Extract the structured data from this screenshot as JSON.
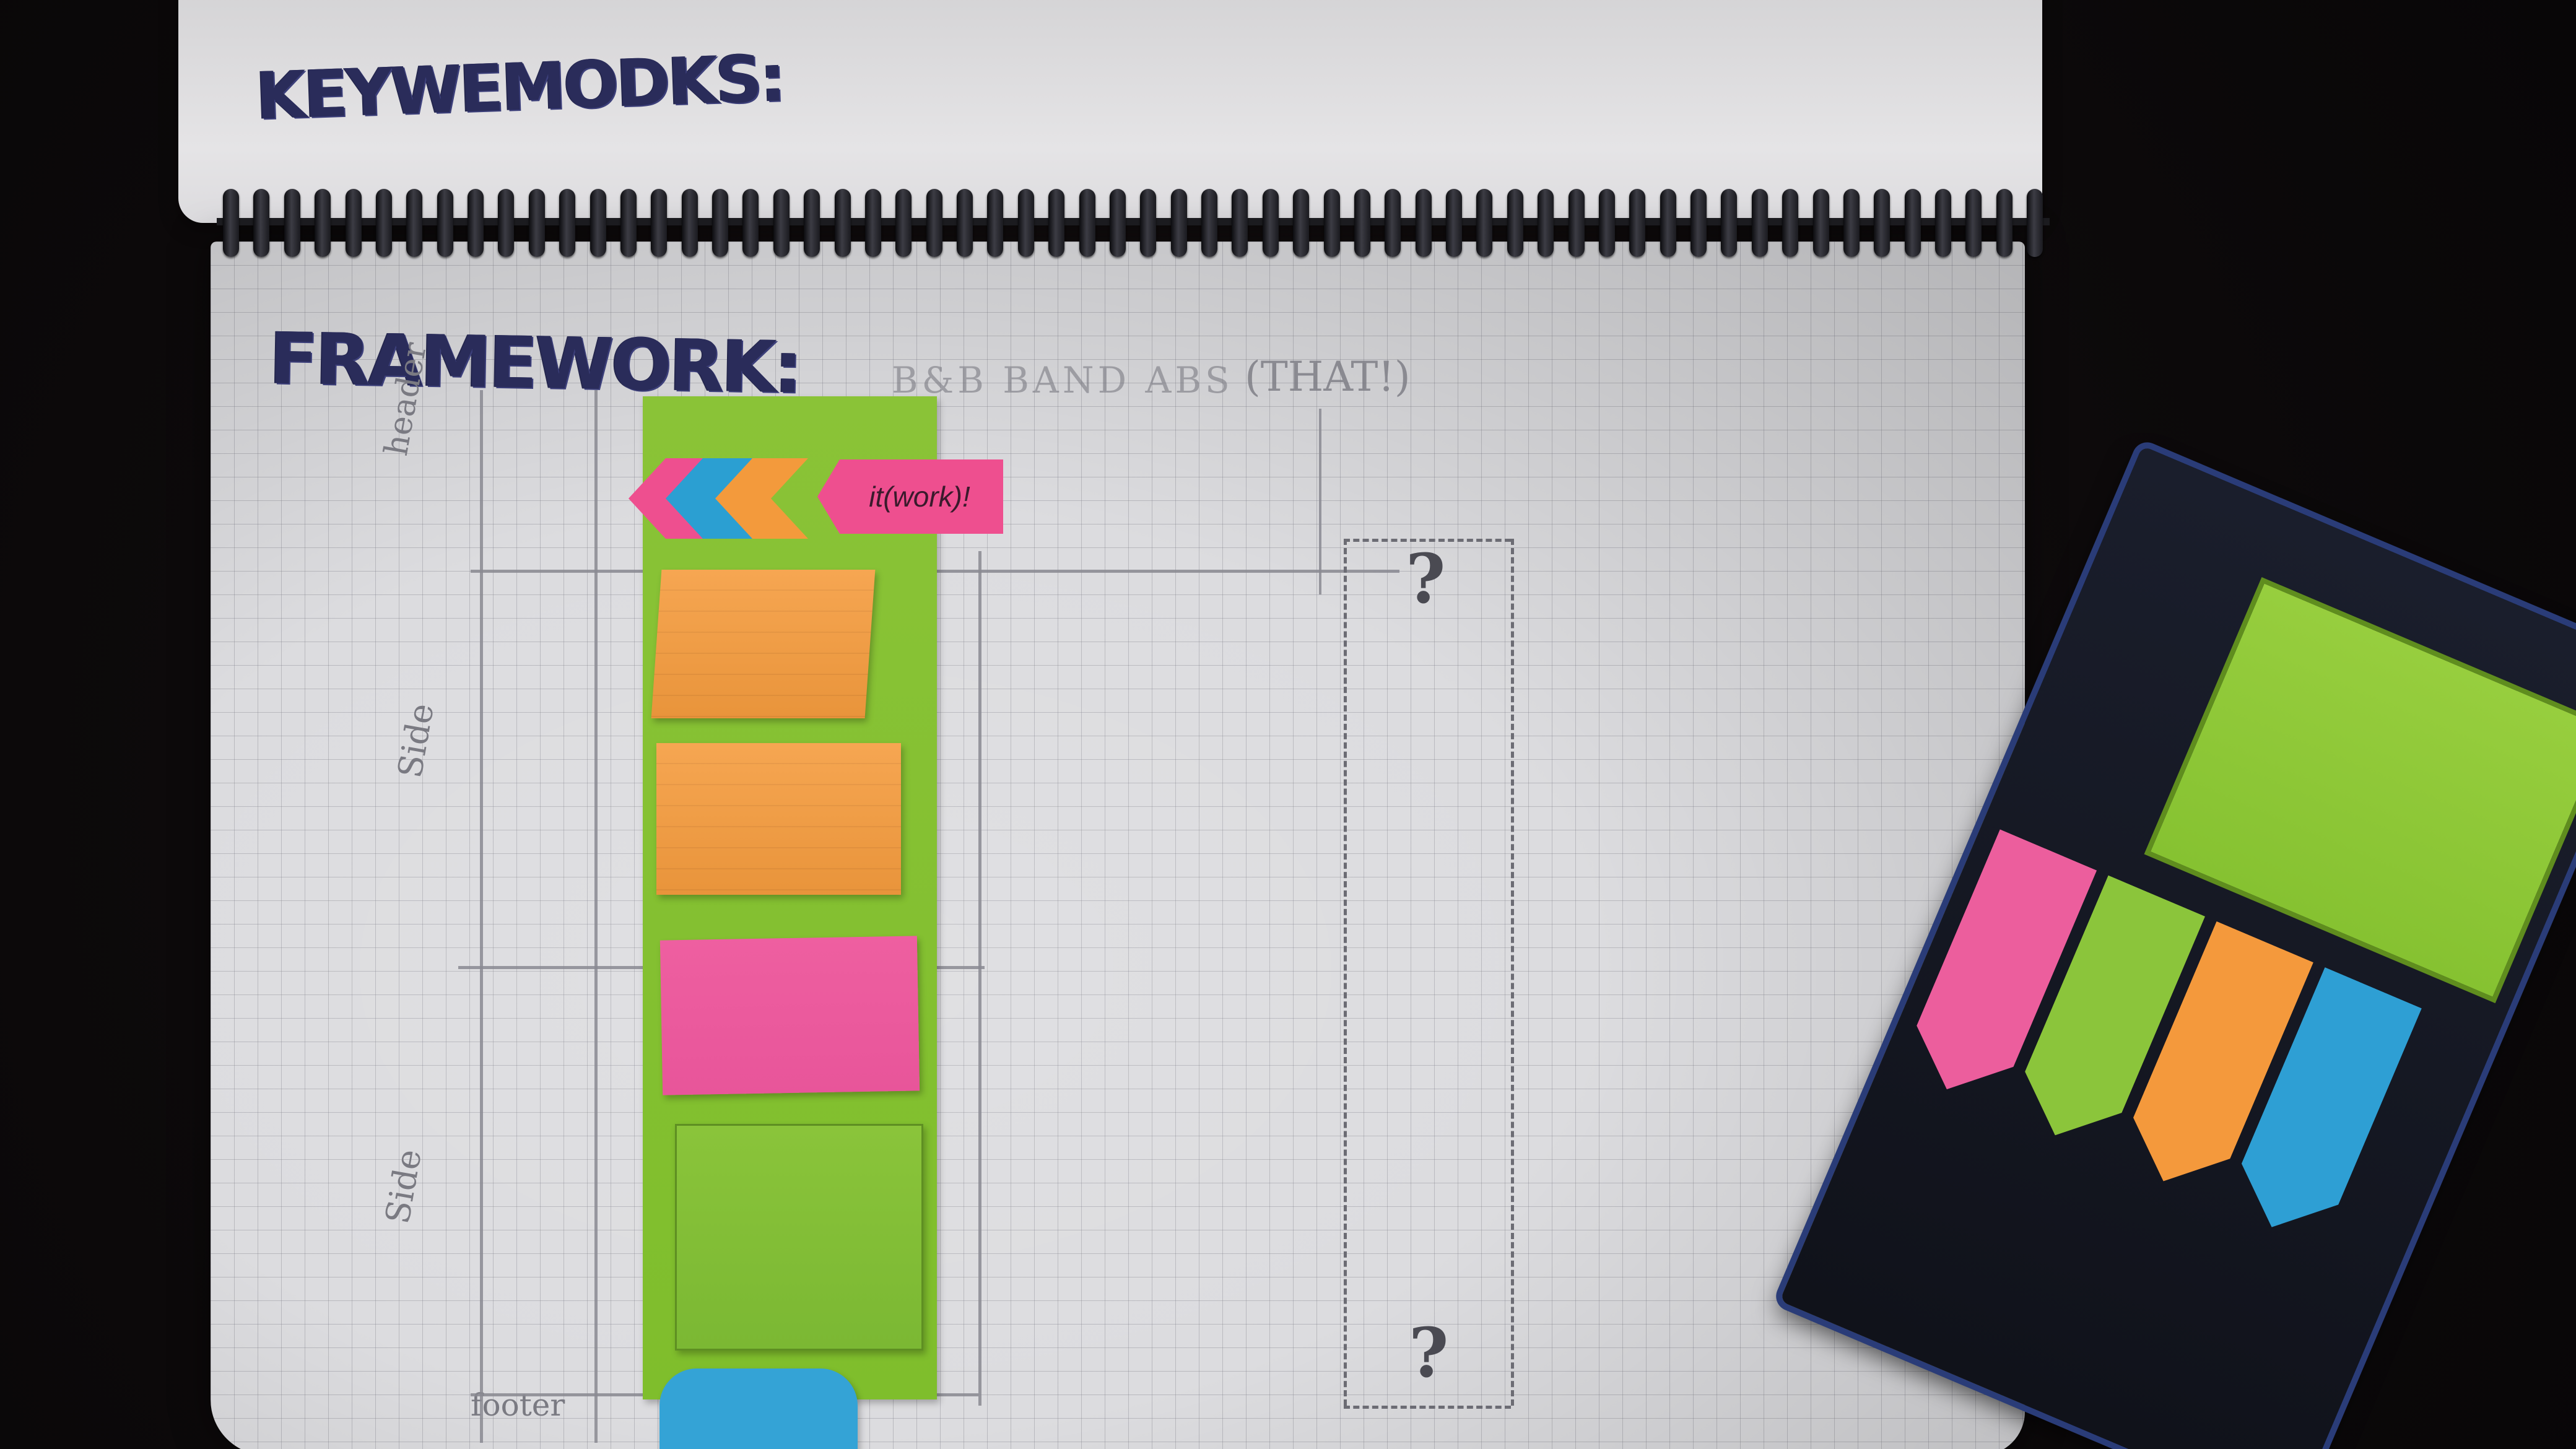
{
  "photo": {
    "subject": "",
    "top_page": {
      "handwritten_heading": "KEYWEMODKS:"
    },
    "bottom_page": {
      "handwritten_heading": "FRAMEWORK:",
      "pencil_note_1": "B&B BAND ABS",
      "pencil_note_2": "(THAT!)",
      "side_label_header": "header",
      "side_label_side_1": "Side",
      "side_label_side_2": "Side",
      "side_label_footer": "footer",
      "question_mark_top": "?",
      "question_mark_bottom": "?"
    },
    "sticky_notes": {
      "arrow_flag_label": "it(work)!"
    },
    "colors": {
      "green": "#86c231",
      "orange": "#f59c3e",
      "pink": "#ea589c",
      "blue": "#34a3d6",
      "ink": "#2a2c5a"
    }
  }
}
